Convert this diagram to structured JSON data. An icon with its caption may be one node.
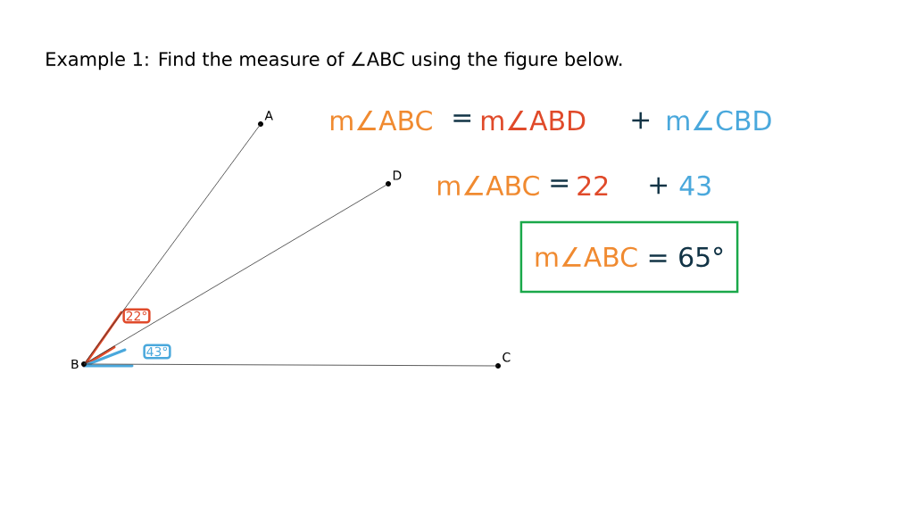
{
  "diagram": {
    "title": "Example 1: Find the measure of ∠ABC using the figure below.",
    "nodes": [
      {
        "text": [
          "A"
        ]
      },
      {
        "text": [
          "D"
        ]
      },
      {
        "text": [
          "B"
        ]
      },
      {
        "text": [
          "C"
        ]
      },
      {
        "text": [
          "22°"
        ]
      },
      {
        "text": [
          "43°"
        ]
      },
      {
        "text": [
          "m∠ABC",
          "= 65°"
        ]
      }
    ],
    "edges": [
      {
        "from": 2,
        "to": 0,
        "arrow": "none"
      },
      {
        "from": 2,
        "to": 1,
        "arrow": "none"
      },
      {
        "from": 2,
        "to": 3,
        "arrow": "none"
      }
    ],
    "labels": [
      "m∠ABC",
      "=",
      "m∠ABD",
      "+",
      "m∠CBD",
      "m∠ABC",
      "=",
      "22",
      "+",
      "43"
    ]
  }
}
